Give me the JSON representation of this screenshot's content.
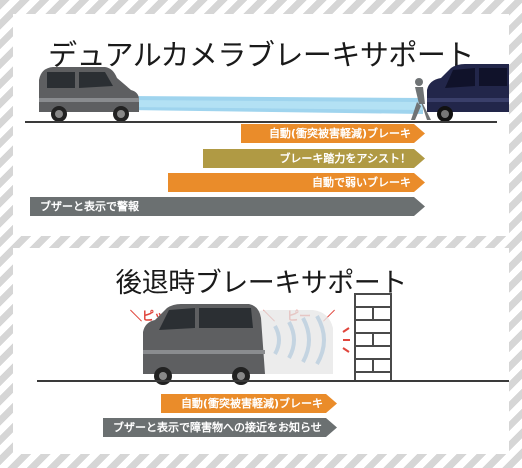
{
  "dual_camera": {
    "title": "デュアルカメラブレーキサポート",
    "steps": [
      {
        "label": "自動(衝突被害軽減)ブレーキ",
        "color": "#ea8c2a"
      },
      {
        "label": "ブレーキ踏力をアシスト！",
        "color": "#b09a44"
      },
      {
        "label": "自動で弱いブレーキ",
        "color": "#ea8c2a"
      },
      {
        "label": "ブザーと表示で警報",
        "color": "#6b7071"
      }
    ],
    "icons": [
      "silver-minivan-icon",
      "camera-beam-icon",
      "pedestrian-icon",
      "navy-minivan-icon"
    ]
  },
  "rear_brake": {
    "title": "後退時ブレーキサポート",
    "sound_1": "＼ピッ・・ピッ・・／",
    "sound_2": "＼　ピー　／",
    "steps": [
      {
        "label": "自動(衝突被害軽減)ブレーキ",
        "color": "#ea8c2a"
      },
      {
        "label": "ブザーと表示で障害物への接近をお知らせ",
        "color": "#6b7071"
      }
    ],
    "icons": [
      "silver-minivan-icon",
      "sonar-waves-icon",
      "brick-wall-icon"
    ]
  }
}
